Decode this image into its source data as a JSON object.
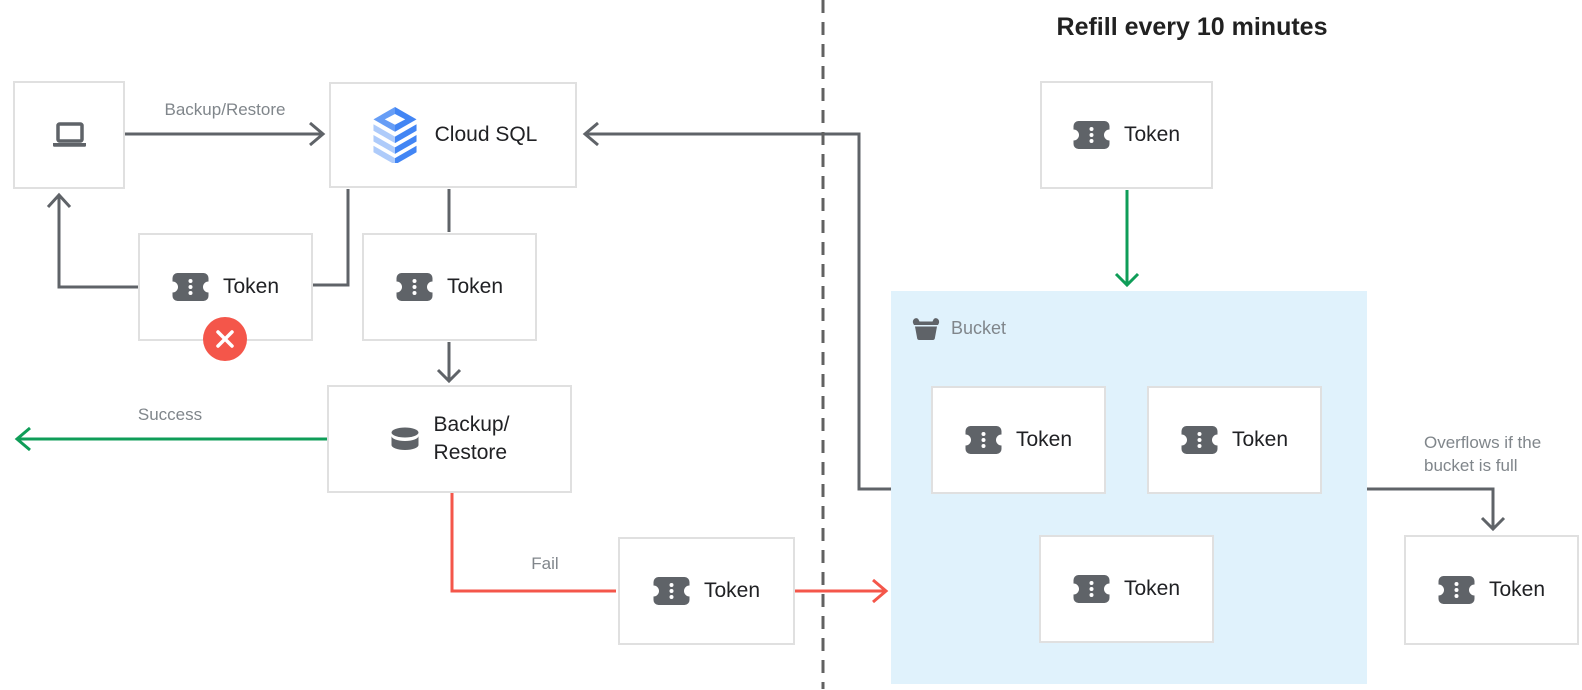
{
  "title": "Refill every 10 minutes",
  "nodes": {
    "cloud_sql": "Cloud SQL",
    "token": "Token",
    "backup_restore": "Backup/\nRestore",
    "bucket": "Bucket"
  },
  "edge_labels": {
    "backup_restore": "Backup/Restore",
    "success": "Success",
    "fail": "Fail",
    "overflow": "Overflows if the bucket is full"
  },
  "icons": {
    "laptop": "laptop-icon",
    "cloud_sql": "cloud-sql-icon",
    "token": "token-ticket-icon",
    "database": "database-icon",
    "bucket": "bucket-icon",
    "error": "error-x-icon"
  },
  "colors": {
    "success_green": "#0f9d58",
    "fail_red": "#f4564a",
    "line_gray": "#5f6368",
    "bucket_fill": "#e0f2fc",
    "box_border": "#e0e0e0",
    "label_gray": "#80868b",
    "text_dark": "#202124",
    "sql_blue": "#4285f4",
    "sql_light_blue": "#aecbfa"
  }
}
